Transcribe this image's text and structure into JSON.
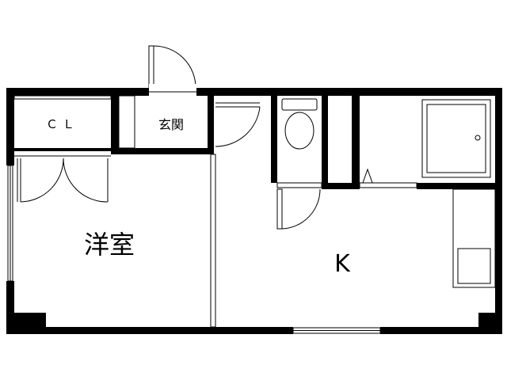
{
  "floorplan": {
    "rooms": {
      "closet": "ＣＬ",
      "entrance": "玄関",
      "western_room": "洋室",
      "kitchen": "K"
    }
  }
}
